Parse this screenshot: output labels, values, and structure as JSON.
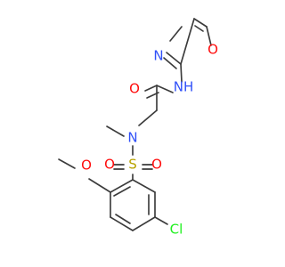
{
  "molecule": {
    "atoms": {
      "isoxazole_o": "O",
      "isoxazole_n": "N",
      "amide_nh": "NH",
      "carbonyl_o": "O",
      "sulfonamide_n": "N",
      "sulfur": "S",
      "sulfonyl_o_left": "O",
      "sulfonyl_o_right": "O",
      "methoxy_o": "O",
      "chlorine": "Cl"
    }
  },
  "colors": {
    "bond": "#3b3b3b",
    "oxygen": "#ff0d0d",
    "nitrogen": "#3050f8",
    "sulfur": "#b8a300",
    "chlorine": "#1ff01f"
  }
}
